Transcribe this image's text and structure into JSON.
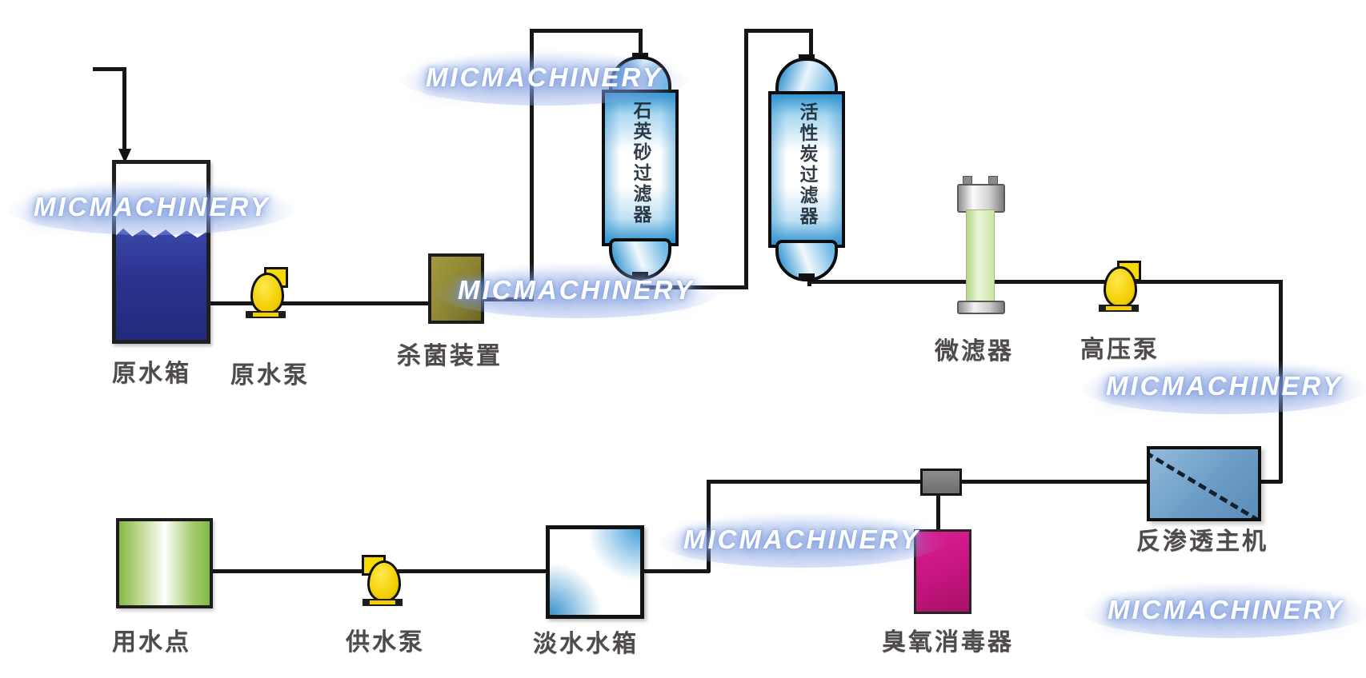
{
  "watermark": {
    "text": "MICMACHINERY"
  },
  "components": {
    "raw_water_tank": {
      "label": "原水箱"
    },
    "raw_water_pump": {
      "label": "原水泵"
    },
    "sterilizer": {
      "label": "杀菌装置"
    },
    "sand_filter": {
      "label": "石英砂过滤器"
    },
    "carbon_filter": {
      "label": "活性炭过滤器"
    },
    "microfilter": {
      "label": "微滤器"
    },
    "high_pressure_pump": {
      "label": "高压泵"
    },
    "ro_unit": {
      "label": "反渗透主机"
    },
    "use_point": {
      "label": "用水点"
    },
    "supply_pump": {
      "label": "供水泵"
    },
    "fresh_water_tank": {
      "label": "淡水水箱"
    },
    "ozone_disinfector": {
      "label": "臭氧消毒器"
    }
  },
  "colors": {
    "pipe": "#161616",
    "raw_water": "#2b3390",
    "vessel_blue": "#2f93d0",
    "microfilter_green": "#cde7a9",
    "pump_yellow": "#f2cf00",
    "sterilizer_olive": "#8d8434",
    "ro_blue": "#6b9cc6",
    "ozone_magenta": "#c4157f",
    "use_point_green": "#84b844",
    "watermark_glow": "#92ace8",
    "label_gray": "#4f4b4b"
  }
}
